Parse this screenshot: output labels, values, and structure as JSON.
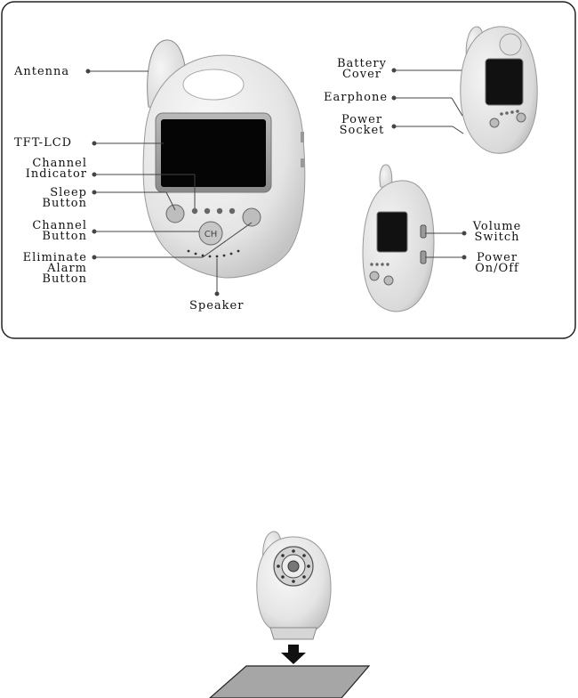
{
  "front_labels": {
    "antenna": "Antenna",
    "tft_lcd": "TFT-LCD",
    "channel_indicator": [
      "Channel",
      "Indicator"
    ],
    "sleep_button": [
      "Sleep",
      "Button"
    ],
    "channel_button": [
      "Channel",
      "Button"
    ],
    "eliminate_alarm_button": [
      "Eliminate",
      "Alarm",
      "Button"
    ],
    "speaker": "Speaker"
  },
  "device_button_text": "CH",
  "back_labels": {
    "battery_cover": [
      "Battery",
      "Cover"
    ],
    "earphone": "Earphone",
    "power_socket": [
      "Power",
      "Socket"
    ]
  },
  "side_labels": {
    "volume_switch": [
      "Volume",
      "Switch"
    ],
    "power_onoff": [
      "Power",
      "On/Off"
    ]
  },
  "colors": {
    "device_body": "#ececec",
    "screen": "#050505",
    "outline": "#2a2a2a",
    "mat": "#a6a6a6"
  }
}
